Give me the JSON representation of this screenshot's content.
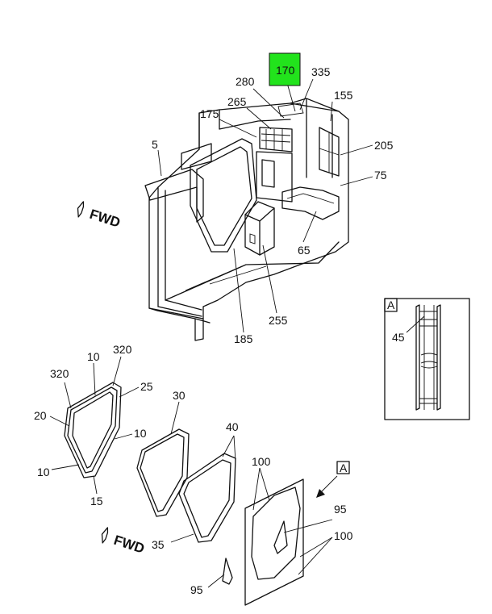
{
  "labels": {
    "c170": "170",
    "c335": "335",
    "c280": "280",
    "c155": "155",
    "c265": "265",
    "c175": "175",
    "c5": "5",
    "c205": "205",
    "c75": "75",
    "c65": "65",
    "c255": "255",
    "c185": "185",
    "c10a": "10",
    "c320a": "320",
    "c320b": "320",
    "c25": "25",
    "c30": "30",
    "c20": "20",
    "c10b": "10",
    "c10c": "10",
    "c15": "15",
    "c40": "40",
    "c35": "35",
    "c100a": "100",
    "c95a": "95",
    "c100b": "100",
    "c95b": "95",
    "c45": "45"
  },
  "fwd_labels": {
    "top": "FWD",
    "bottom": "FWD"
  },
  "callouts": {
    "view_a_ref": "A",
    "view_a_box": "A"
  },
  "colors": {
    "highlight": "#22e31c"
  }
}
